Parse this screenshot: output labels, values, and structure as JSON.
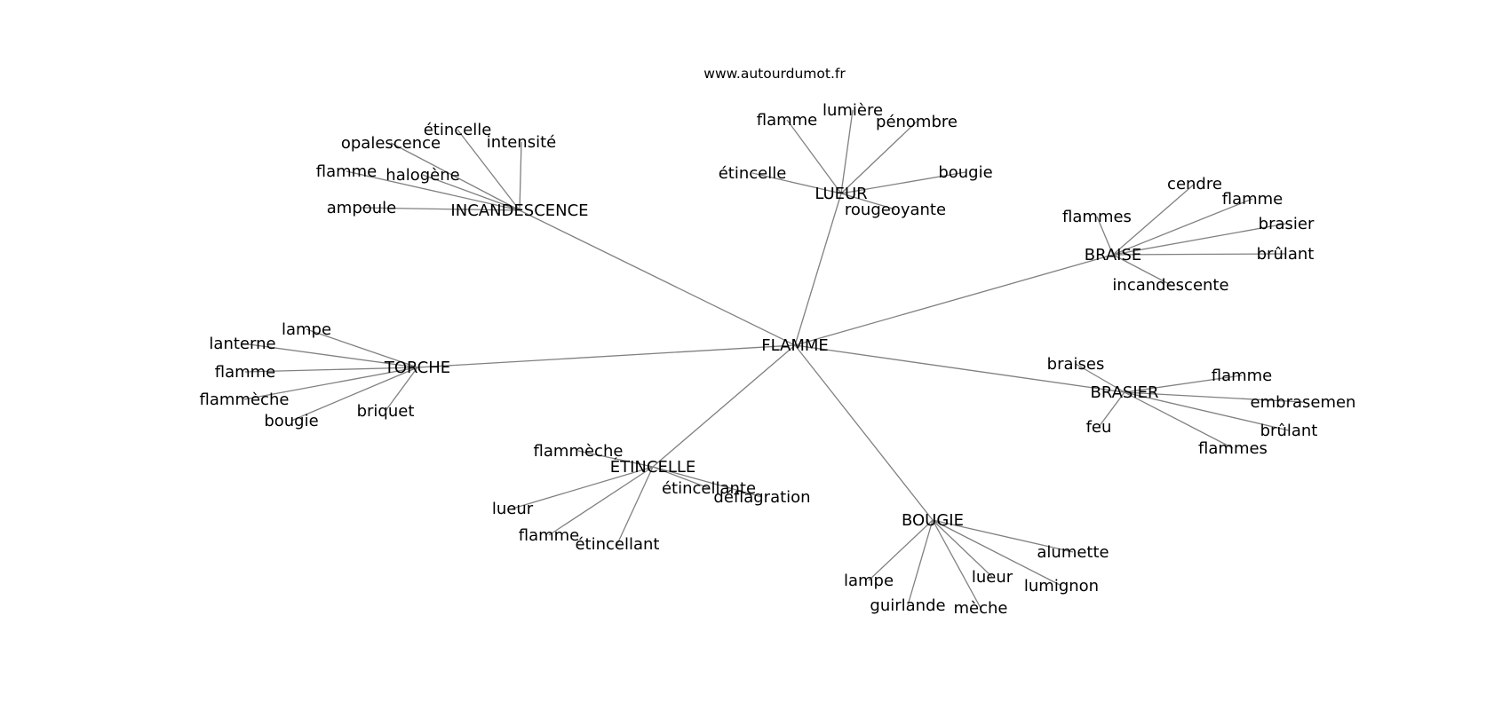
{
  "header": {
    "site": "www.autourdumot.fr"
  },
  "graph": {
    "center": "FLAMME",
    "hubs": [
      {
        "label": "INCANDESCENCE",
        "leaves": [
          "étincelle",
          "intensité",
          "opalescence",
          "flamme",
          "halogène",
          "ampoule"
        ]
      },
      {
        "label": "LUEUR",
        "leaves": [
          "lumière",
          "flamme",
          "pénombre",
          "étincelle",
          "bougie",
          "rougeoyante"
        ]
      },
      {
        "label": "BRAISE",
        "leaves": [
          "cendre",
          "flamme",
          "flammes",
          "brasier",
          "brûlant",
          "incandescente"
        ]
      },
      {
        "label": "TORCHE",
        "leaves": [
          "lampe",
          "lanterne",
          "flamme",
          "flammèche",
          "bougie",
          "briquet"
        ]
      },
      {
        "label": "BRASIER",
        "leaves": [
          "braises",
          "flamme",
          "embrasemen",
          "feu",
          "brûlant",
          "flammes"
        ]
      },
      {
        "label": "ÉTINCELLE",
        "leaves": [
          "flammèche",
          "étincellante",
          "déflagration",
          "lueur",
          "flamme",
          "étincellant"
        ]
      },
      {
        "label": "BOUGIE",
        "leaves": [
          "alumette",
          "lueur",
          "lumignon",
          "lampe",
          "guirlande",
          "mèche"
        ]
      }
    ]
  }
}
